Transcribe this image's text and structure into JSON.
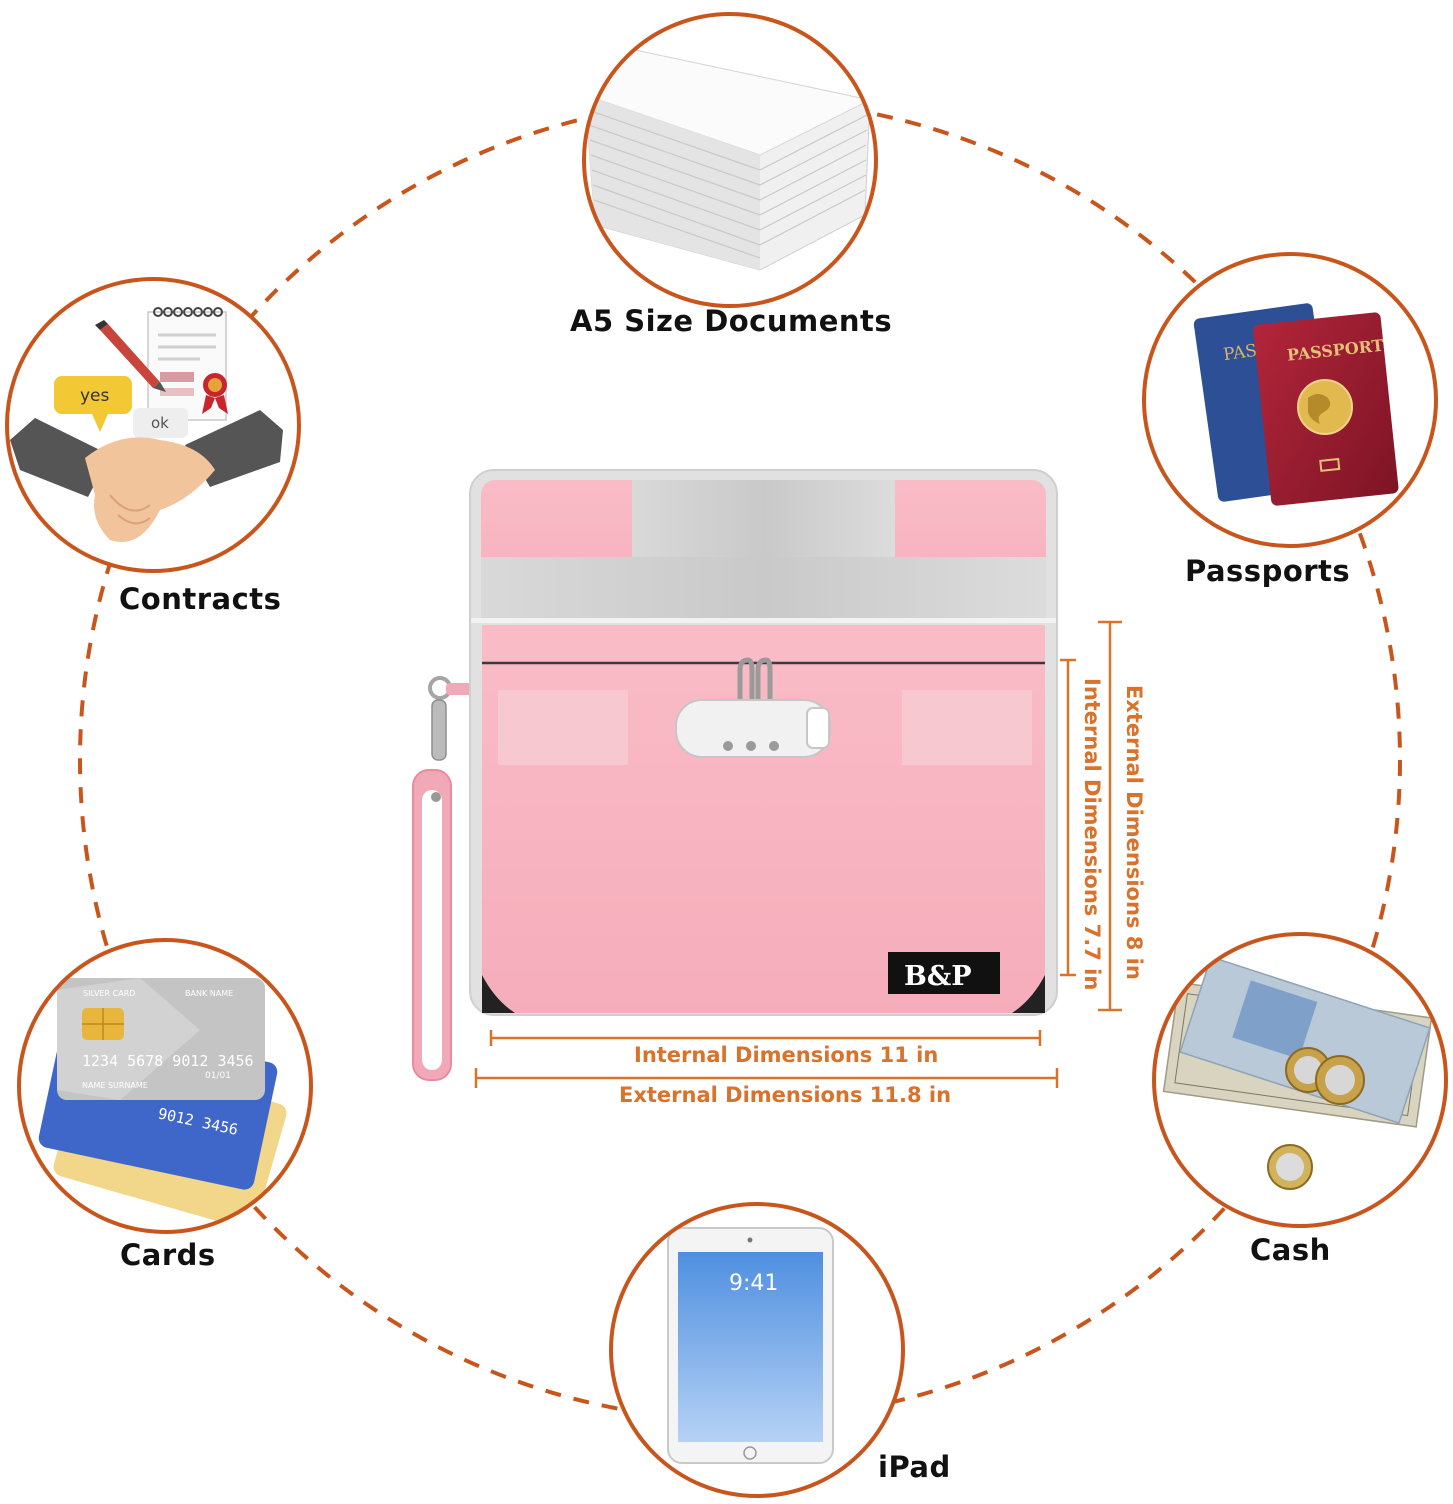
{
  "items": {
    "documents": "A5 Size Documents",
    "passports": "Passports",
    "contracts": "Contracts",
    "cards": "Cards",
    "cash": "Cash",
    "ipad": "iPad"
  },
  "dimensions": {
    "external_height": "External Dimensions   8 in",
    "internal_height": "Internal Dimensions   7.7 in",
    "internal_width": "Internal Dimensions   11 in",
    "external_width": "External Dimensions   11.8 in"
  },
  "illustration_text": {
    "brand": "B&P",
    "passport_front": "PASSPORT",
    "passport_back": "PASSI",
    "speech_yes": "yes",
    "speech_ok": "ok",
    "card_number": "1234 5678 9012 3456",
    "card_expiry": "01/01",
    "card_name": "NAME SURNAME",
    "card_type": "SILVER CARD",
    "card_bank": "BANK NAME",
    "card_number_blue": "9012 3456",
    "ipad_time": "9:41"
  },
  "colors": {
    "accent_orange": "#c8561c",
    "dimension_orange": "#d9722b",
    "bag_pink": "#f7b5c1",
    "bag_silver": "#d4d4d4"
  }
}
